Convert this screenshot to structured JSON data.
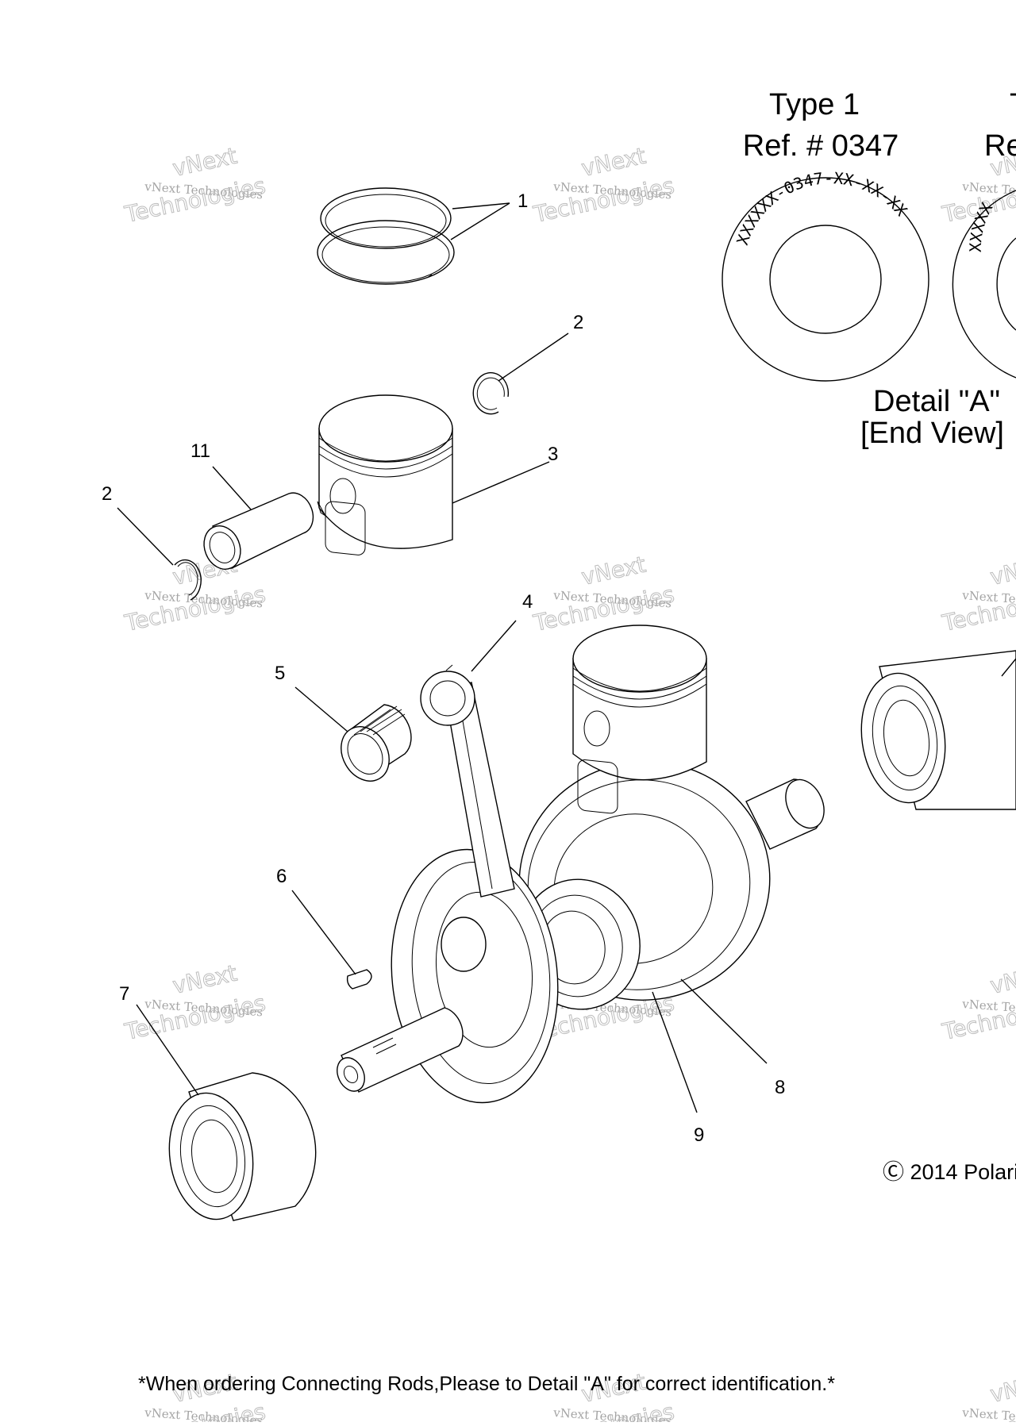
{
  "callouts": [
    {
      "label": "1"
    },
    {
      "label": "2"
    },
    {
      "label": "3"
    },
    {
      "label": "11"
    },
    {
      "label": "2"
    },
    {
      "label": "4"
    },
    {
      "label": "5"
    },
    {
      "label": "6"
    },
    {
      "label": "7"
    },
    {
      "label": "8"
    },
    {
      "label": "9"
    }
  ],
  "detail": {
    "type1_title": "Type 1",
    "type1_ref": "Ref. # 0347",
    "type1_ring_text": "XXXXXX-0347-XX-XX-XX",
    "type2_title_partial": "T",
    "type2_ref_partial": "Re",
    "type2_ring_text_partial": "XXXXX",
    "detail_label": "Detail \"A\"",
    "detail_sublabel": "[End View]"
  },
  "copyright": "Ⓒ 2014 Polari",
  "footer_note": "*When ordering Connecting Rods,Please to Detail \"A\" for correct identification.*",
  "watermark": {
    "line1": "vNext Technologies",
    "line2": "Technologies",
    "line3": "vNext"
  }
}
